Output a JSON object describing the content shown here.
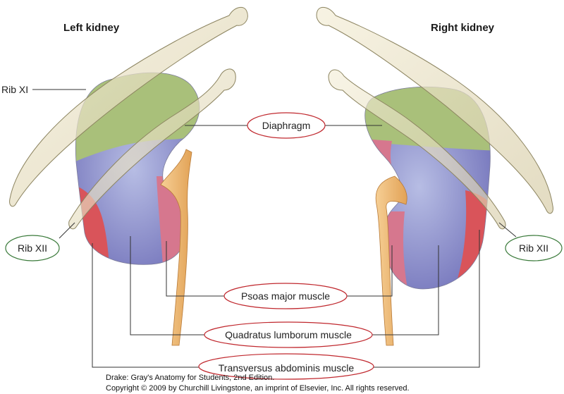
{
  "headings": {
    "left": "Left kidney",
    "right": "Right kidney"
  },
  "labels": {
    "rib_xi": "Rib XI",
    "rib_xii_left": "Rib XII",
    "rib_xii_right": "Rib XII",
    "diaphragm": "Diaphragm",
    "psoas": "Psoas major muscle",
    "quadratus": "Quadratus lumborum muscle",
    "transversus": "Transversus abdominis muscle"
  },
  "credit": {
    "line1": "Drake: Gray's Anatomy for Students, 2nd Edition.",
    "line2": "Copyright © 2009 by Churchill Livingstone, an imprint of Elsevier, Inc. All rights reserved."
  },
  "colors": {
    "diaphragm": "#a9c07a",
    "quadratus": "#8f8fcc",
    "psoas": "#d6778e",
    "transversus": "#d9545a",
    "bone": "#ece4c8",
    "bone_outline": "#8c8460",
    "ureter": "#f0b870",
    "highlight_circle": "#c0282e",
    "rib_circle": "#3a7a3a"
  }
}
